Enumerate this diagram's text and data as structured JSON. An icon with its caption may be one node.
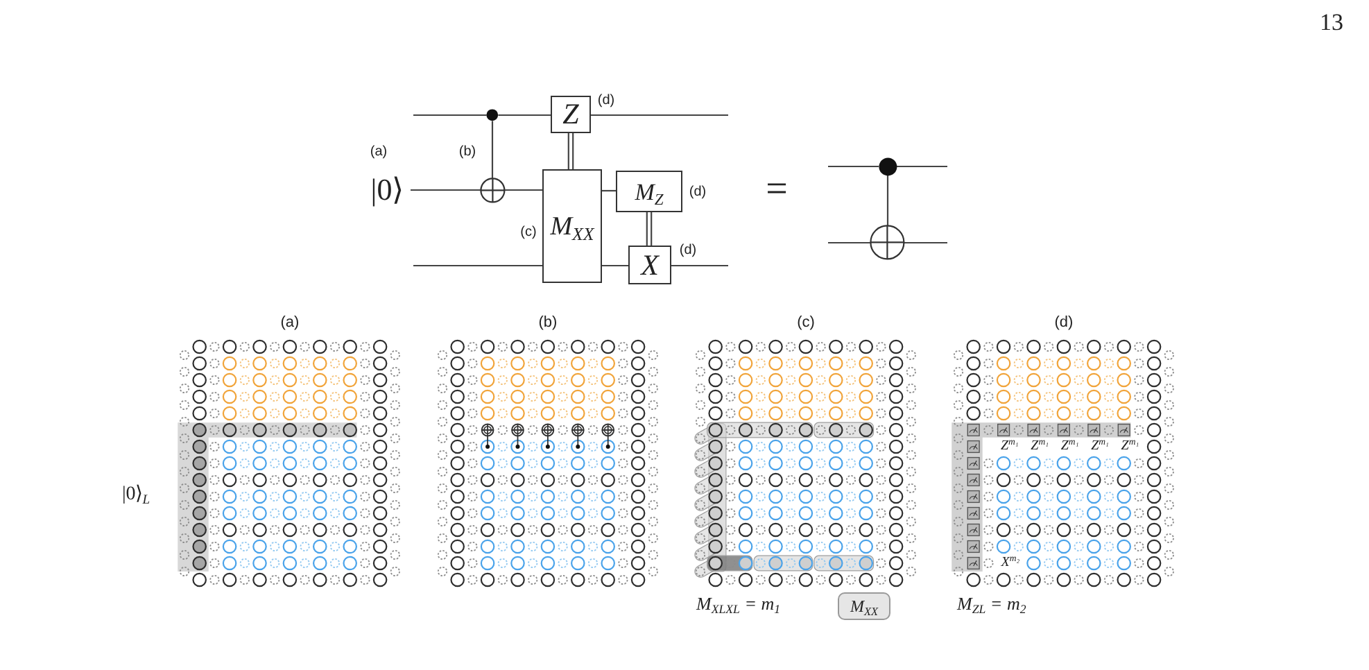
{
  "diagram": {
    "nodes": [
      {
        "text": [
          "|0⟩"
        ],
        "beside": [
          "(a)"
        ]
      },
      {
        "text": [],
        "shape": "circle"
      },
      {
        "text": [],
        "shape": "circle",
        "beside": [
          "(b)"
        ]
      },
      {
        "text": [
          "Z"
        ],
        "beside": [
          "(d)"
        ]
      },
      {
        "text": [
          "M$_{XX}$"
        ],
        "beside": [
          "(c)"
        ]
      },
      {
        "text": [
          "M$_{Z}$"
        ],
        "beside": [
          "(d)"
        ]
      },
      {
        "text": [
          "X"
        ],
        "beside": [
          "(d)"
        ]
      },
      {
        "text": [],
        "shape": "circle"
      },
      {
        "text": [],
        "shape": "circle"
      },
      {
        "text": [
          "M$_{XX}$"
        ]
      }
    ],
    "edges": [
      {
        "from": null,
        "to": 1,
        "arrow": "none"
      },
      {
        "from": 1,
        "to": 3,
        "arrow": "none"
      },
      {
        "from": 3,
        "to": null,
        "arrow": "none"
      },
      {
        "from": 1,
        "to": 2,
        "arrow": "none"
      },
      {
        "from": 0,
        "to": 2,
        "arrow": "none"
      },
      {
        "from": 2,
        "to": 4,
        "arrow": "none"
      },
      {
        "from": 3,
        "to": 4,
        "arrow": "none"
      },
      {
        "from": 4,
        "to": 5,
        "arrow": "none"
      },
      {
        "from": 5,
        "to": 6,
        "arrow": "none"
      },
      {
        "from": null,
        "to": 4,
        "arrow": "none"
      },
      {
        "from": 4,
        "to": 6,
        "arrow": "none"
      },
      {
        "from": 6,
        "to": null,
        "arrow": "none"
      },
      {
        "from": null,
        "to": 7,
        "arrow": "none"
      },
      {
        "from": 7,
        "to": null,
        "arrow": "none"
      },
      {
        "from": null,
        "to": 8,
        "arrow": "none"
      },
      {
        "from": 8,
        "to": null,
        "arrow": "none"
      },
      {
        "from": 7,
        "to": 8,
        "arrow": "none"
      }
    ],
    "labels": [
      "13",
      "=",
      "(a)",
      "(b)",
      "(c)",
      "(d)",
      "|0⟩$_{L}$",
      "Z$^{m₁}$",
      "Z$^{m₁}$",
      "Z$^{m₁}$",
      "Z$^{m₁}$",
      "Z$^{m₁}$",
      "X$^{m₂}$",
      "M$_{XLXL}$ = m$_{1}$",
      "M$_{ZL}$ = m$_{2}$"
    ]
  }
}
